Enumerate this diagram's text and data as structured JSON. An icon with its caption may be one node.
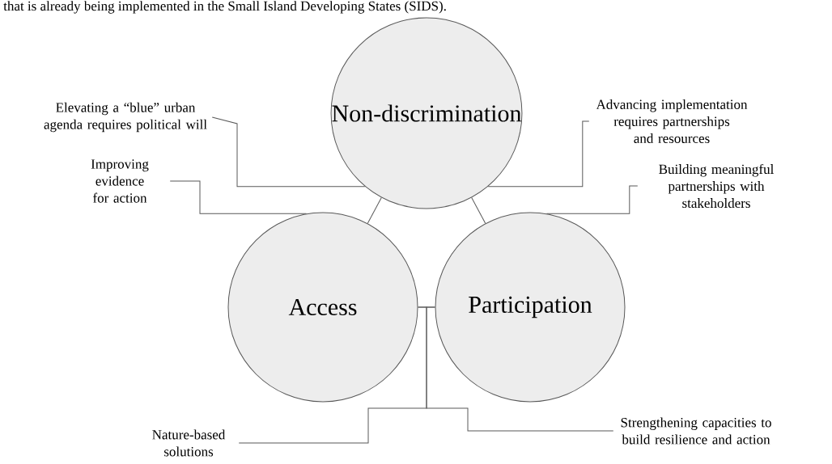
{
  "diagram": {
    "nodes": [
      {
        "text": [
          "Non-discrimination"
        ]
      },
      {
        "text": [
          "Access"
        ]
      },
      {
        "text": [
          "Participation"
        ]
      },
      {
        "text": [
          "Elevating a “blue” urban agenda requires political will"
        ]
      },
      {
        "text": [
          "Improving evidence for action"
        ]
      },
      {
        "text": [
          "Advancing implementation requires partnerships and resources"
        ]
      },
      {
        "text": [
          "Building meaningful partnerships with stakeholders"
        ]
      },
      {
        "text": [
          "Nature-based solutions"
        ]
      },
      {
        "text": [
          "Strengthening capacities to build resilience and action"
        ]
      }
    ],
    "edges": [
      {
        "from": 0,
        "to": 1,
        "arrow": "none"
      },
      {
        "from": 0,
        "to": 2,
        "arrow": "none"
      },
      {
        "from": 1,
        "to": 2,
        "arrow": "none"
      },
      {
        "from": 3,
        "to": 0,
        "arrow": "none"
      },
      {
        "from": 4,
        "to": 1,
        "arrow": "none"
      },
      {
        "from": 5,
        "to": 0,
        "arrow": "none"
      },
      {
        "from": 6,
        "to": 2,
        "arrow": "none"
      },
      {
        "from": 7,
        "to": 1,
        "arrow": "none"
      },
      {
        "from": 8,
        "to": 2,
        "arrow": "none"
      }
    ],
    "labels": [
      "that is already being implemented in the Small Island Developing States (SIDS)."
    ]
  }
}
